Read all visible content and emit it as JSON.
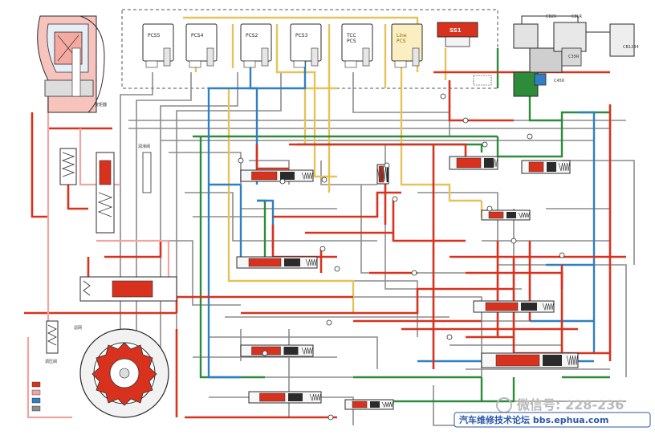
{
  "solenoids": [
    {
      "id": "pcs5",
      "label": "PCS5"
    },
    {
      "id": "pcs4",
      "label": "PCS4"
    },
    {
      "id": "pcs2",
      "label": "PCS2"
    },
    {
      "id": "pcs3",
      "label": "PCS3"
    },
    {
      "id": "tcc",
      "label": "TCC\nPCS"
    },
    {
      "id": "line",
      "label": "Line\nPCS"
    }
  ],
  "ss1_label": "SS1",
  "clutch_labels": {
    "cb26": "CB26",
    "c8lr": "C8LR",
    "c35r": "C35R",
    "c456": "C456",
    "cb1234": "CB1234"
  },
  "watermark": {
    "wechat": "微信号: 228-236",
    "forum": "汽车维修技术论坛 bbs.ephua.com"
  },
  "colors": {
    "red": "#d8321f",
    "pink": "#f0a6a0",
    "blue": "#2f7fc1",
    "green": "#2e8b3a",
    "yellow": "#e4c35a",
    "gray": "#8c8c8c",
    "dark": "#2b2b2b"
  }
}
